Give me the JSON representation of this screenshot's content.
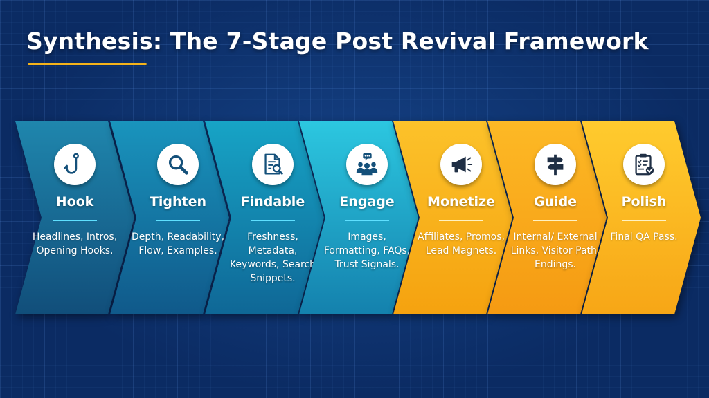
{
  "title": "Synthesis: The 7-Stage Post Revival Framework",
  "colors": {
    "title_underline": "#f5b31a",
    "background": "#0b2b63"
  },
  "stages": [
    {
      "name": "Hook",
      "description": "Headlines, Intros, Opening Hooks.",
      "icon": "fishhook-icon",
      "color_top": "#1f86ad",
      "color_bottom": "#114e7a",
      "divider": "#5fe0ff"
    },
    {
      "name": "Tighten",
      "description": "Depth, Readability, Flow, Examples.",
      "icon": "magnifier-icon",
      "color_top": "#1994bd",
      "color_bottom": "#10598a",
      "divider": "#5fe0ff"
    },
    {
      "name": "Findable",
      "description": "Freshness, Metadata, Keywords, Search Snippets.",
      "icon": "document-search-icon",
      "color_top": "#17a4c6",
      "color_bottom": "#0f6796",
      "divider": "#5fe0ff"
    },
    {
      "name": "Engage",
      "description": "Images, Formatting, FAQs, Trust Signals.",
      "icon": "community-chat-icon",
      "color_top": "#2cc7e0",
      "color_bottom": "#1481ad",
      "divider": "#5fe0ff"
    },
    {
      "name": "Monetize",
      "description": "Affiliates, Promos, Lead Magnets.",
      "icon": "megaphone-icon",
      "color_top": "#fcc22a",
      "color_bottom": "#f5a20f",
      "divider": "#fff2c2"
    },
    {
      "name": "Guide",
      "description": "Internal/ External Links, Visitor Path, Endings.",
      "icon": "signpost-icon",
      "color_top": "#fdb925",
      "color_bottom": "#f59a12",
      "divider": "#fff2c2"
    },
    {
      "name": "Polish",
      "description": "Final QA Pass.",
      "icon": "checklist-icon",
      "color_top": "#ffcb2e",
      "color_bottom": "#f7a616",
      "divider": "#fff2c2"
    }
  ]
}
